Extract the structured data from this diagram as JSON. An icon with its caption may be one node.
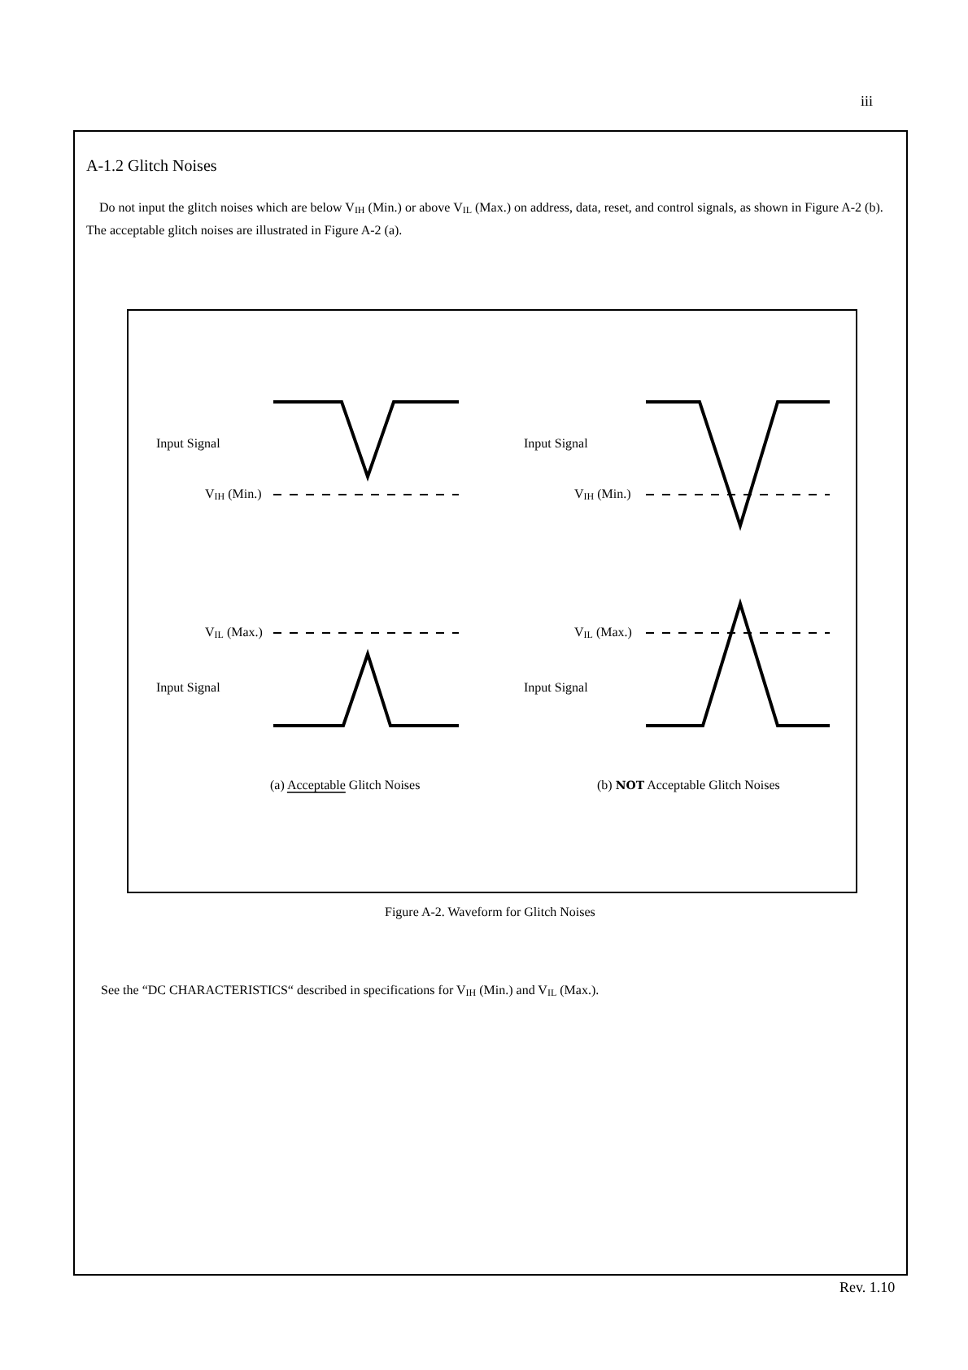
{
  "diagram": {
    "title": "A-1.2 Glitch Noises",
    "caption": "Figure A-2. Waveform for Glitch Noises",
    "labels": [
      "iii",
      "Do not input the glitch noises which are below V$_{IH}$ (Min.) or above V$_{IL}$ (Max.) on address, data, reset, and control signals, as shown in Figure A-2 (b). The acceptable glitch noises are illustrated in Figure A-2 (a).",
      "Input Signal",
      "Input Signal",
      "V$_{IH}$ (Min.)",
      "V$_{IH}$ (Min.)",
      "V$_{IL}$ (Max.)",
      "V$_{IL}$ (Max.)",
      "Input Signal",
      "Input Signal",
      "(a) Acceptable Glitch Noises",
      "(b) **NOT** Acceptable Glitch Noises",
      "See the “DC CHARACTERISTICS“ described in specifications for V$_{IH}$ (Min.) and V$_{IL}$ (Max.).",
      "Rev. 1.10"
    ]
  }
}
